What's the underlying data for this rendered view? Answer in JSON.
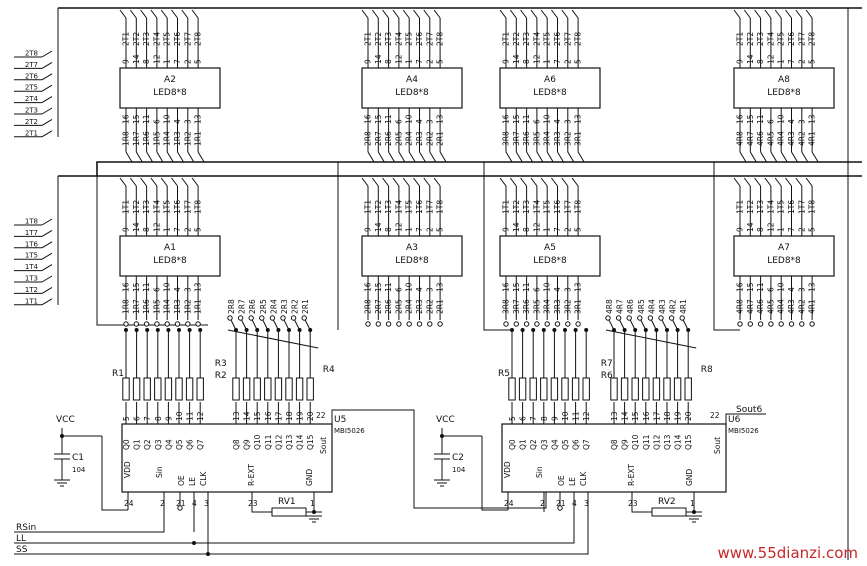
{
  "top_row_signals": [
    "2T8",
    "2T7",
    "2T6",
    "2T5",
    "2T4",
    "2T3",
    "2T2",
    "2T1"
  ],
  "mid_row_signals": [
    "1T8",
    "1T7",
    "1T6",
    "1T5",
    "1T4",
    "1T3",
    "1T2",
    "1T1"
  ],
  "led_modules": [
    {
      "id": "A2",
      "type": "LED8*8",
      "top": [
        "2T1",
        "2T2",
        "2T3",
        "2T4",
        "2T5",
        "2T6",
        "2T7",
        "2T8"
      ],
      "bottom": [
        "1R8",
        "1R7",
        "1R6",
        "1R5",
        "1R4",
        "1R3",
        "1R2",
        "1R1"
      ]
    },
    {
      "id": "A4",
      "type": "LED8*8",
      "top": [
        "2T1",
        "2T2",
        "2T3",
        "2T4",
        "2T5",
        "2T6",
        "2T7",
        "2T8"
      ],
      "bottom": [
        "2R8",
        "2R7",
        "2R6",
        "2R5",
        "2R4",
        "2R3",
        "2R2",
        "2R1"
      ]
    },
    {
      "id": "A6",
      "type": "LED8*8",
      "top": [
        "2T1",
        "2T2",
        "2T3",
        "2T4",
        "2T5",
        "2T6",
        "2T7",
        "2T8"
      ],
      "bottom": [
        "3R8",
        "3R7",
        "3R6",
        "3R5",
        "3R4",
        "3R3",
        "3R2",
        "3R1"
      ]
    },
    {
      "id": "A8",
      "type": "LED8*8",
      "top": [
        "2T1",
        "2T2",
        "2T3",
        "2T4",
        "2T5",
        "2T6",
        "2T7",
        "2T8"
      ],
      "bottom": [
        "4R8",
        "4R7",
        "4R6",
        "4R5",
        "4R4",
        "4R3",
        "4R2",
        "4R1"
      ]
    },
    {
      "id": "A1",
      "type": "LED8*8",
      "top": [
        "1T1",
        "1T2",
        "1T3",
        "1T4",
        "1T5",
        "1T6",
        "1T7",
        "1T8"
      ],
      "bottom": [
        "1R8",
        "1R7",
        "1R6",
        "1R5",
        "1R4",
        "1R3",
        "1R2",
        "1R1"
      ]
    },
    {
      "id": "A3",
      "type": "LED8*8",
      "top": [
        "1T1",
        "1T2",
        "1T3",
        "1T4",
        "1T5",
        "1T6",
        "1T7",
        "1T8"
      ],
      "bottom": [
        "2R8",
        "2R7",
        "2R6",
        "2R5",
        "2R4",
        "2R3",
        "2R2",
        "2R1"
      ]
    },
    {
      "id": "A5",
      "type": "LED8*8",
      "top": [
        "1T1",
        "1T2",
        "1T3",
        "1T4",
        "1T5",
        "1T6",
        "1T7",
        "1T8"
      ],
      "bottom": [
        "3R8",
        "3R7",
        "3R6",
        "3R5",
        "3R4",
        "3R3",
        "3R2",
        "3R1"
      ]
    },
    {
      "id": "A7",
      "type": "LED8*8",
      "top": [
        "1T1",
        "1T2",
        "1T3",
        "1T4",
        "1T5",
        "1T6",
        "1T7",
        "1T8"
      ],
      "bottom": [
        "4R8",
        "4R7",
        "4R6",
        "4R5",
        "4R4",
        "4R3",
        "4R2",
        "4R1"
      ]
    }
  ],
  "top_pin_numbers": [
    "9",
    "14",
    "8",
    "12",
    "1",
    "7",
    "2",
    "5"
  ],
  "bottom_pin_numbers": [
    "16",
    "15",
    "11",
    "6",
    "10",
    "4",
    "3",
    "13"
  ],
  "resistor_bank_labels": {
    "u5_left": [
      "R1",
      "R3",
      "R2"
    ],
    "u5_right": [
      "R4"
    ],
    "u6_left": [
      "R5",
      "R7",
      "R6"
    ],
    "u6_right": [
      "R8"
    ]
  },
  "bus_labels_u5": [
    "2R8",
    "2R7",
    "2R6",
    "2R5",
    "2R4",
    "2R3",
    "2R2",
    "2R1"
  ],
  "bus_labels_u6": [
    "4R8",
    "4R7",
    "4R6",
    "4R5",
    "4R4",
    "4R3",
    "4R2",
    "4R1"
  ],
  "drivers": [
    {
      "ref": "U5",
      "part": "MBI5026",
      "outputs": [
        "Q0",
        "Q1",
        "Q2",
        "Q3",
        "Q4",
        "Q5",
        "Q6",
        "Q7",
        "Q8",
        "Q9",
        "Q10",
        "Q11",
        "Q12",
        "Q13",
        "Q14",
        "Q15"
      ],
      "output_pins": [
        "5",
        "6",
        "7",
        "8",
        "9",
        "10",
        "11",
        "12",
        "13",
        "14",
        "15",
        "16",
        "17",
        "18",
        "19",
        "20"
      ],
      "sout_label": "Sout",
      "sout_pin": "22",
      "vdd_label": "VDD",
      "vdd_pin": "24",
      "sin_label": "Sin",
      "sin_pin": "2",
      "oe_label": "OE",
      "oe_pin": "21",
      "le_label": "LE",
      "le_pin": "4",
      "clk_label": "CLK",
      "clk_pin": "3",
      "rext_label": "R-EXT",
      "rext_pin": "23",
      "gnd_label": "GND",
      "gnd_pin": "1",
      "pot": "RV1",
      "cap": "C1",
      "cap_value": "104",
      "vcc": "VCC"
    },
    {
      "ref": "U6",
      "part": "MBI5026",
      "outputs": [
        "Q0",
        "Q1",
        "Q2",
        "Q3",
        "Q4",
        "Q5",
        "Q6",
        "Q7",
        "Q8",
        "Q9",
        "Q10",
        "Q11",
        "Q12",
        "Q13",
        "Q14",
        "Q15"
      ],
      "output_pins": [
        "5",
        "6",
        "7",
        "8",
        "9",
        "10",
        "11",
        "12",
        "13",
        "14",
        "15",
        "16",
        "17",
        "18",
        "19",
        "20"
      ],
      "sout_label": "Sout",
      "sout_pin": "22",
      "vdd_label": "VDD",
      "vdd_pin": "24",
      "sin_label": "Sin",
      "sin_pin": "2",
      "oe_label": "OE",
      "oe_pin": "21",
      "le_label": "LE",
      "le_pin": "4",
      "clk_label": "CLK",
      "clk_pin": "3",
      "rext_label": "R-EXT",
      "rext_pin": "23",
      "gnd_label": "GND",
      "gnd_pin": "1",
      "pot": "RV2",
      "cap": "C2",
      "cap_value": "104",
      "vcc": "VCC"
    }
  ],
  "external_signals": {
    "sout_out": "Sout6",
    "rsin": "RSin",
    "ll": "LL",
    "ss": "SS"
  },
  "watermark": "www.55dianzi.com"
}
